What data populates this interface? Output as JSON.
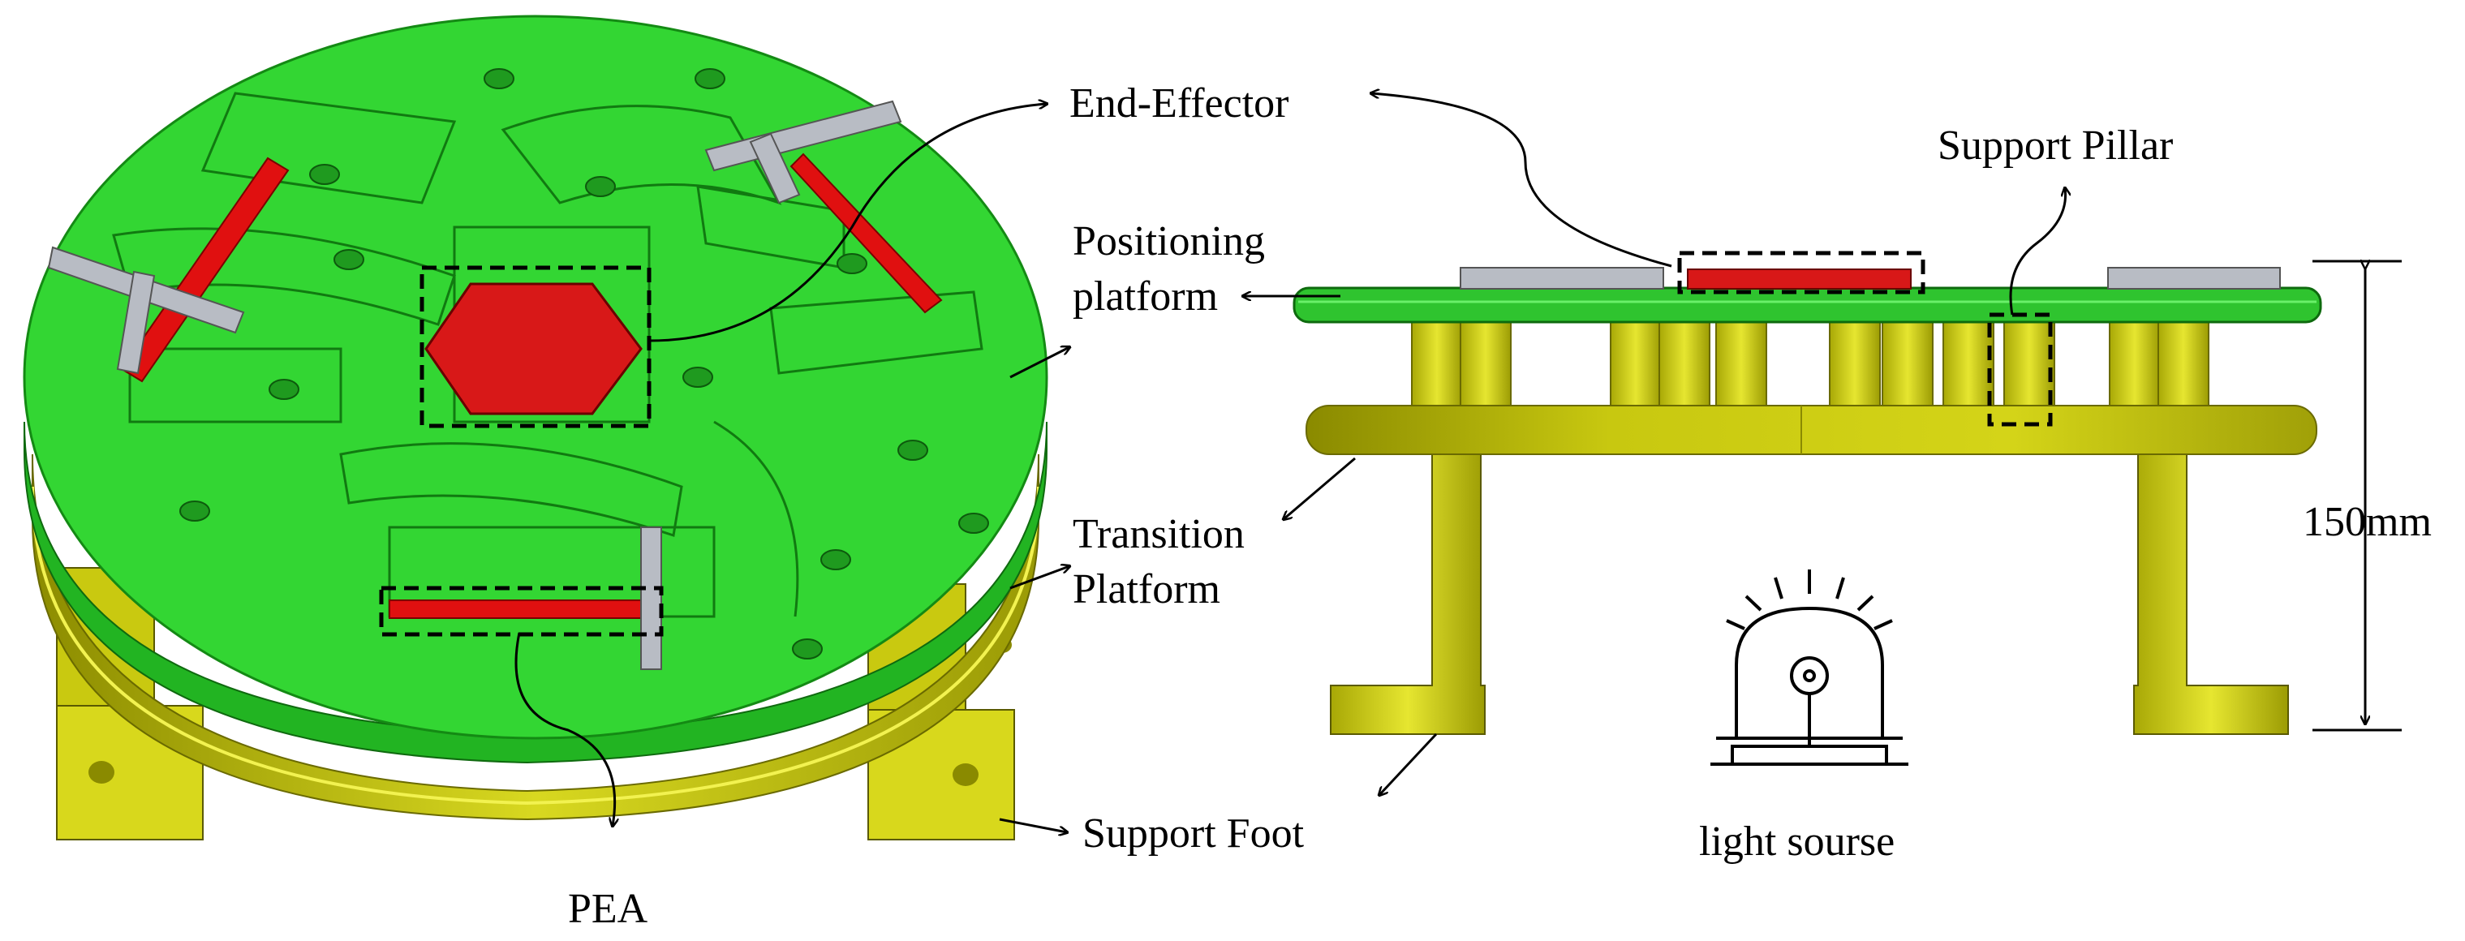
{
  "labels": {
    "end_effector": "End-Effector",
    "support_pillar": "Support Pillar",
    "positioning_platform_line1": "Positioning",
    "positioning_platform_line2": "platform",
    "transition_platform_line1": "Transition",
    "transition_platform_line2": "Platform",
    "support_foot": "Support Foot",
    "pea": "PEA",
    "light_source": "light sourse",
    "dimension_height": "150mm"
  },
  "colors": {
    "positioning_platform": "#2fd12f",
    "positioning_edge": "#1a9a1a",
    "transition_platform": "#cfcf10",
    "transition_dark": "#8f8f05",
    "support_foot": "#d8d818",
    "pea_actuator": "#e01010",
    "end_effector": "#d81818",
    "clamp": "#b8bcc4",
    "dashed_box": "#000000"
  }
}
